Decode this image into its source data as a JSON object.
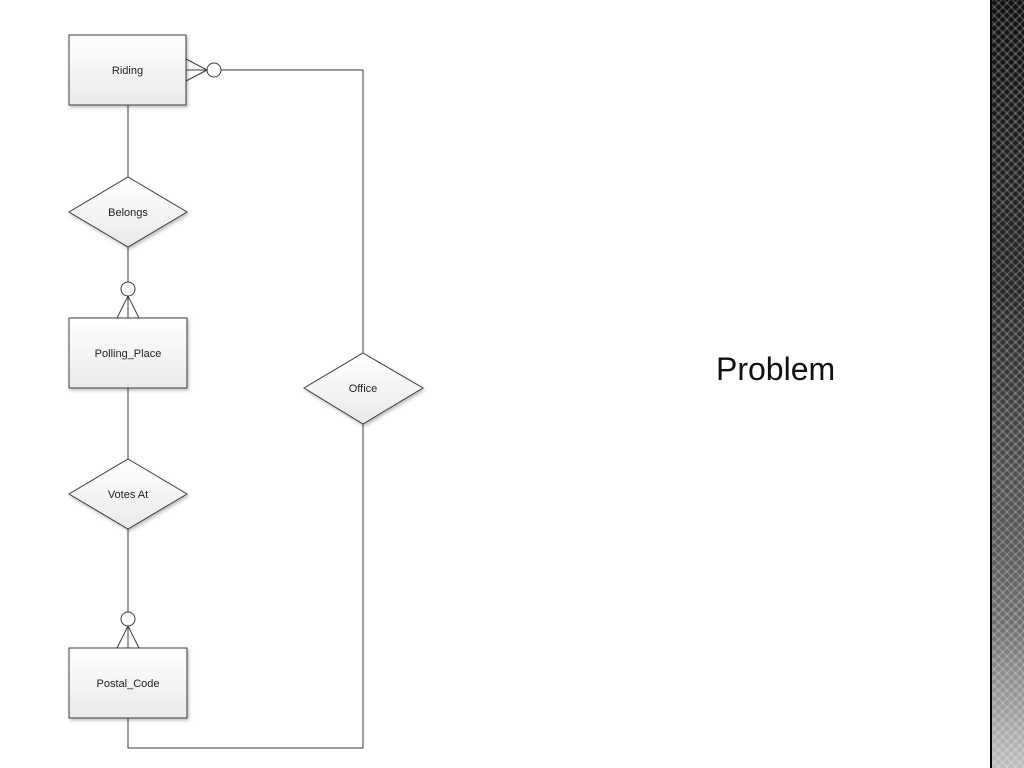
{
  "slide": {
    "title": "Problem"
  },
  "diagram": {
    "entities": {
      "riding": "Riding",
      "polling_place": "Polling_Place",
      "postal_code": "Postal_Code"
    },
    "relationships": {
      "belongs": "Belongs",
      "votes_at": "Votes At",
      "office": "Office"
    }
  },
  "colors": {
    "entity_fill_top": "#ffffff",
    "entity_fill_bottom": "#e9e9e9",
    "stroke": "#3c3c3c",
    "band_dark": "#111111",
    "band_light": "#bdbdbd"
  }
}
